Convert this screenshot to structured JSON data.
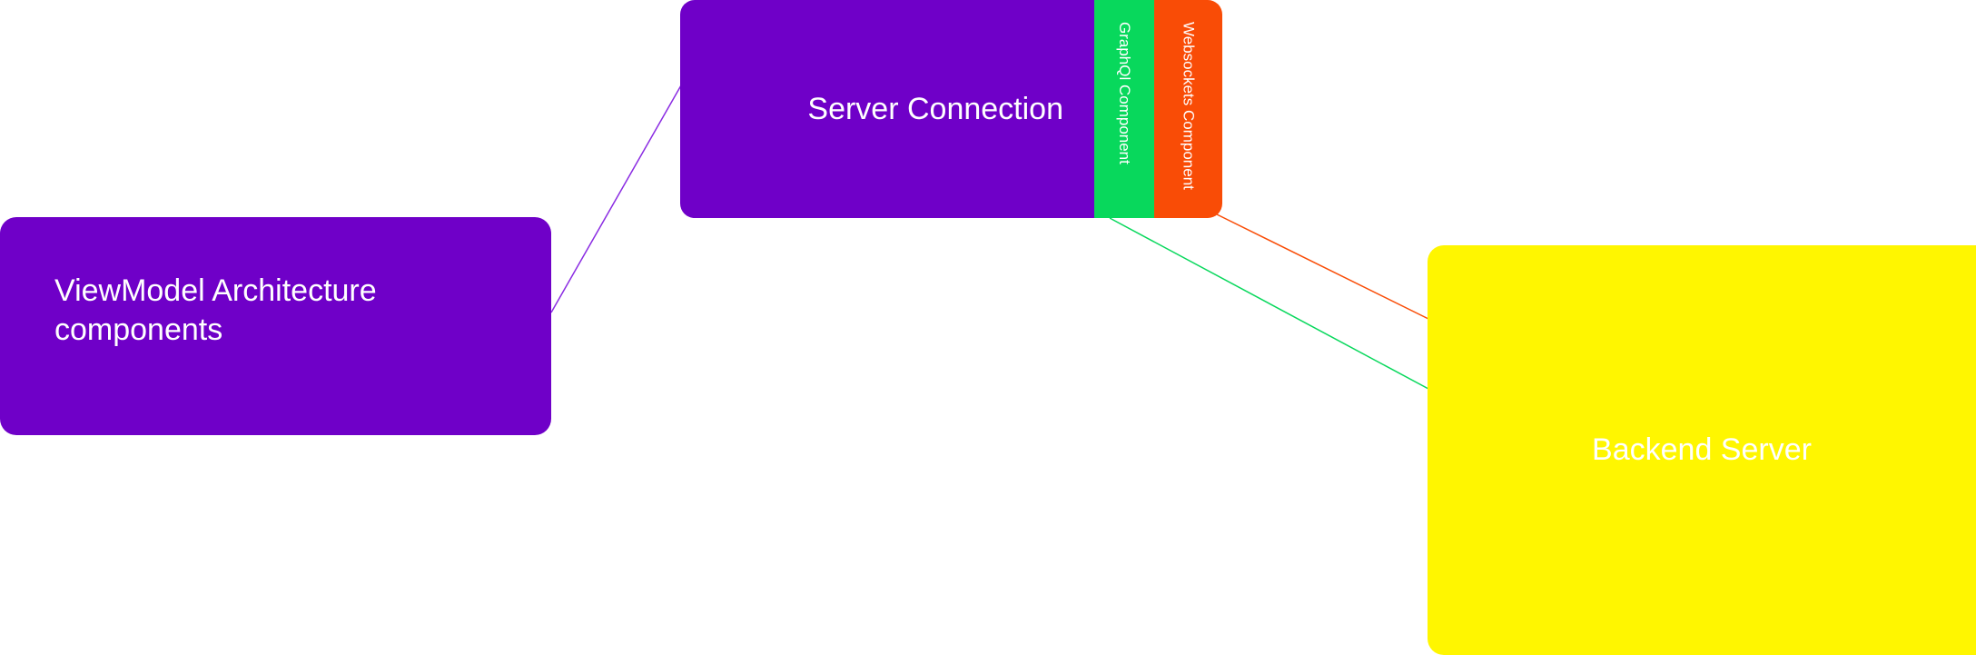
{
  "nodes": {
    "viewmodel": {
      "label": "ViewModel Architecture\ncomponents",
      "color": "#6f00c8"
    },
    "server": {
      "label": "Server Connection",
      "color": "#6f00c8"
    },
    "graphql": {
      "label": "GraphQl Component",
      "color": "#08d85c"
    },
    "websockets": {
      "label": "Websockets Component",
      "color": "#f94c06"
    },
    "backend": {
      "label": "Backend Server",
      "color": "#fff600"
    }
  },
  "edges": [
    {
      "from": "viewmodel",
      "to": "server",
      "color": "#8a2be2"
    },
    {
      "from": "graphql",
      "to": "backend",
      "color": "#08d85c"
    },
    {
      "from": "websockets",
      "to": "backend",
      "color": "#f94c06"
    }
  ]
}
